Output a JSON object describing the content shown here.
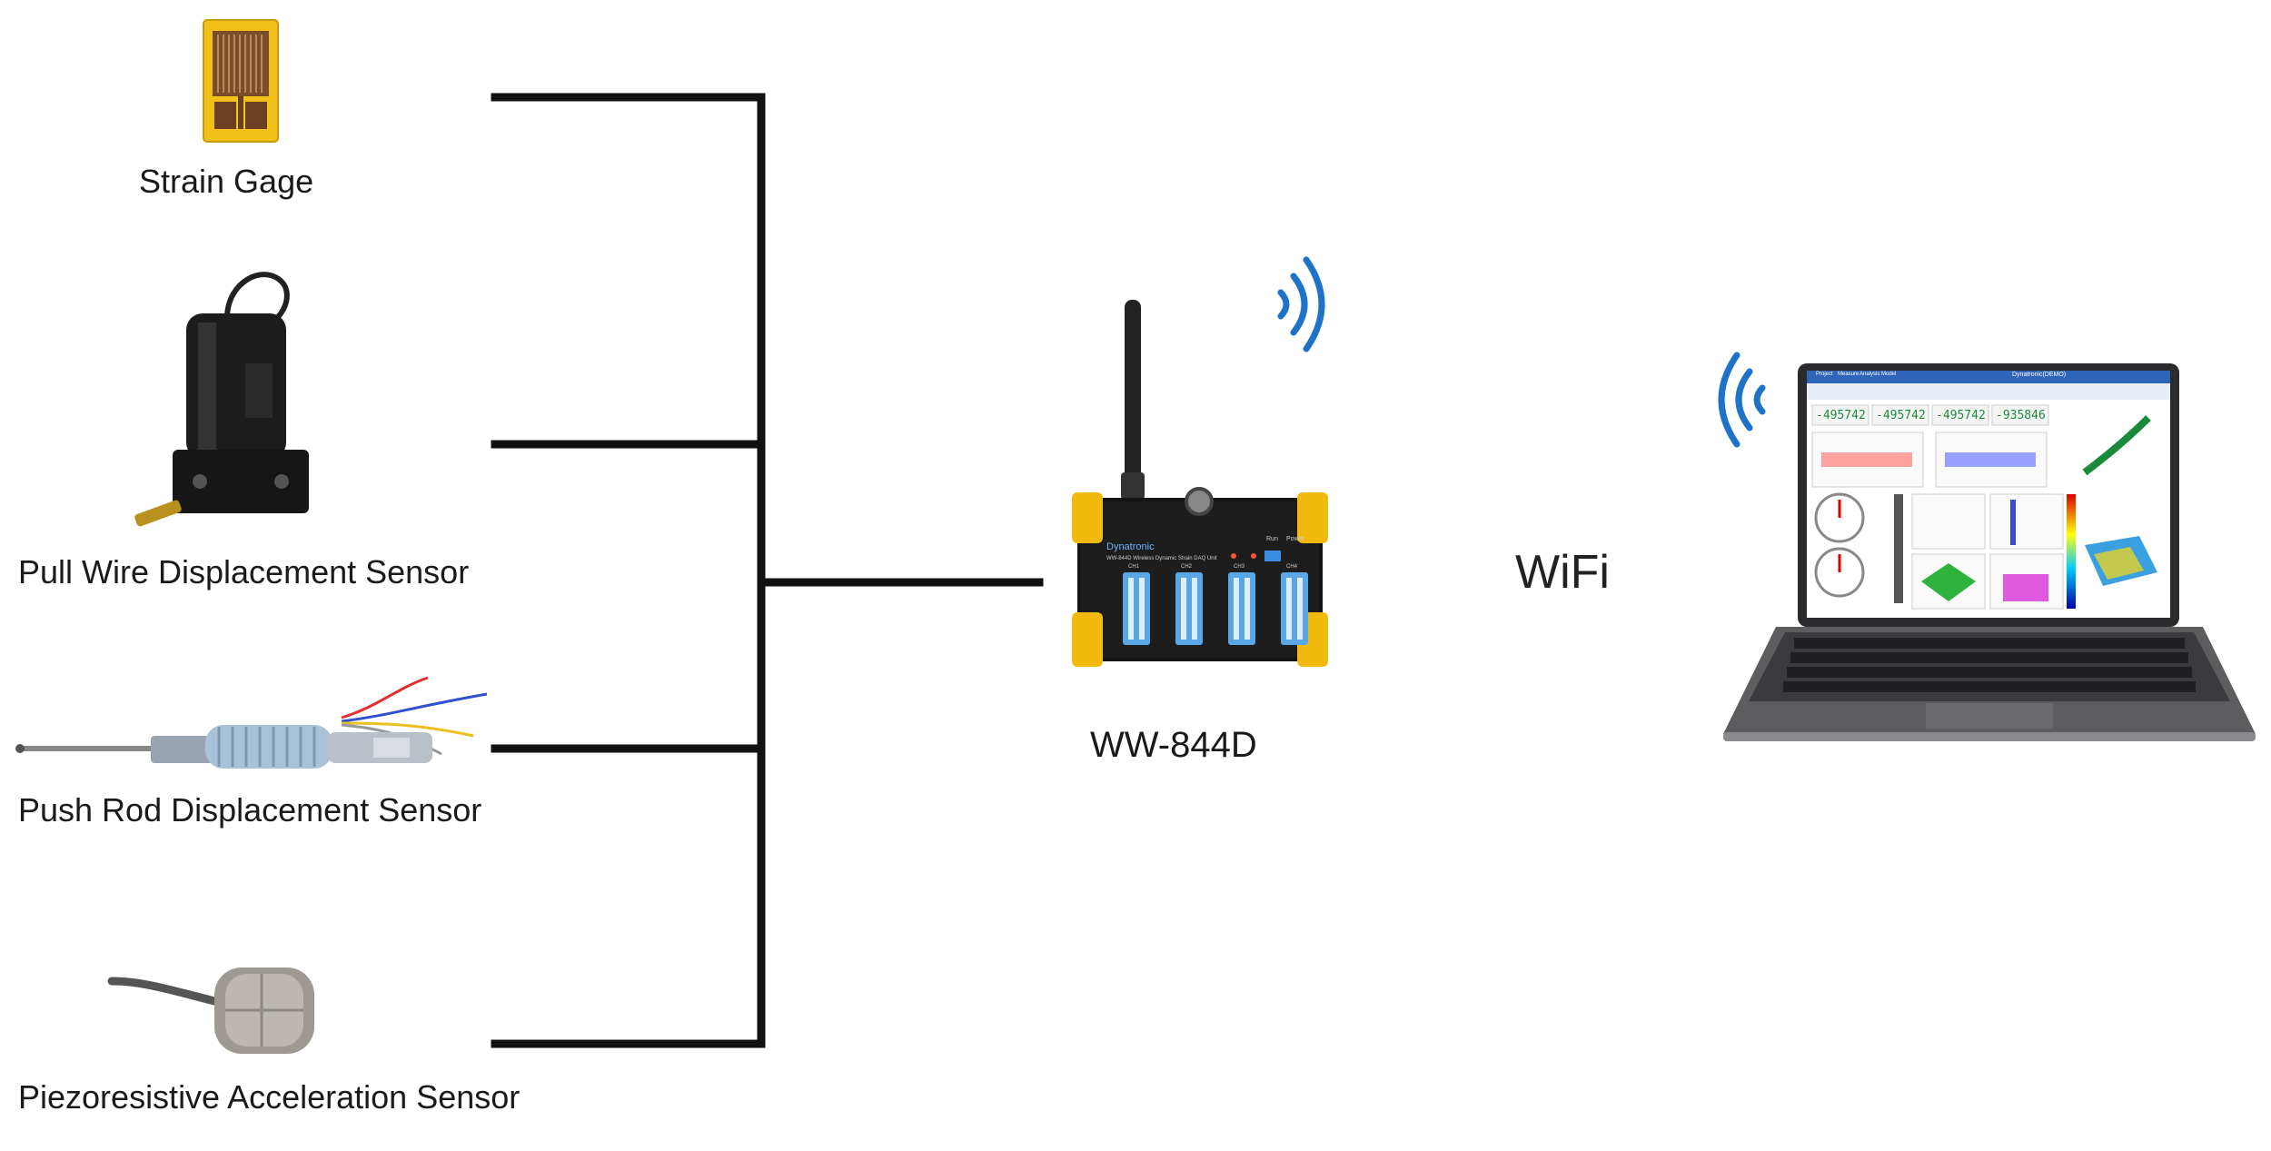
{
  "sensors": [
    {
      "label": "Strain Gage",
      "icon": "strain-gage-icon"
    },
    {
      "label": "Pull Wire Displacement Sensor",
      "icon": "pull-wire-sensor-icon"
    },
    {
      "label": "Push Rod Displacement Sensor",
      "icon": "push-rod-sensor-icon"
    },
    {
      "label": "Piezoresistive Acceleration Sensor",
      "icon": "accelerometer-icon"
    }
  ],
  "device": {
    "label": "WW-844D",
    "brand": "Dynatronic",
    "subtitle": "WW-844D Wireless Dynamic Strain DAQ Unit",
    "run": "Run",
    "power": "Power",
    "channels": [
      "CH1",
      "CH2",
      "CH3",
      "CH4"
    ]
  },
  "link": {
    "label": "WiFi",
    "icon": "wifi-signal-icon"
  },
  "laptop": {
    "icon": "laptop-icon",
    "window_title": "Dynatronic(DEMO)",
    "tabs": [
      "Project",
      "Measure",
      "Analysis",
      "Model"
    ],
    "readouts": [
      "-495742",
      "-495742",
      "-495742",
      "-935846"
    ]
  },
  "colors": {
    "line": "#111111",
    "wifi": "#1e73c8",
    "accent_yellow": "#f2b90f",
    "port_blue": "#5aa7e6",
    "readout_green": "#1c8a3a"
  }
}
